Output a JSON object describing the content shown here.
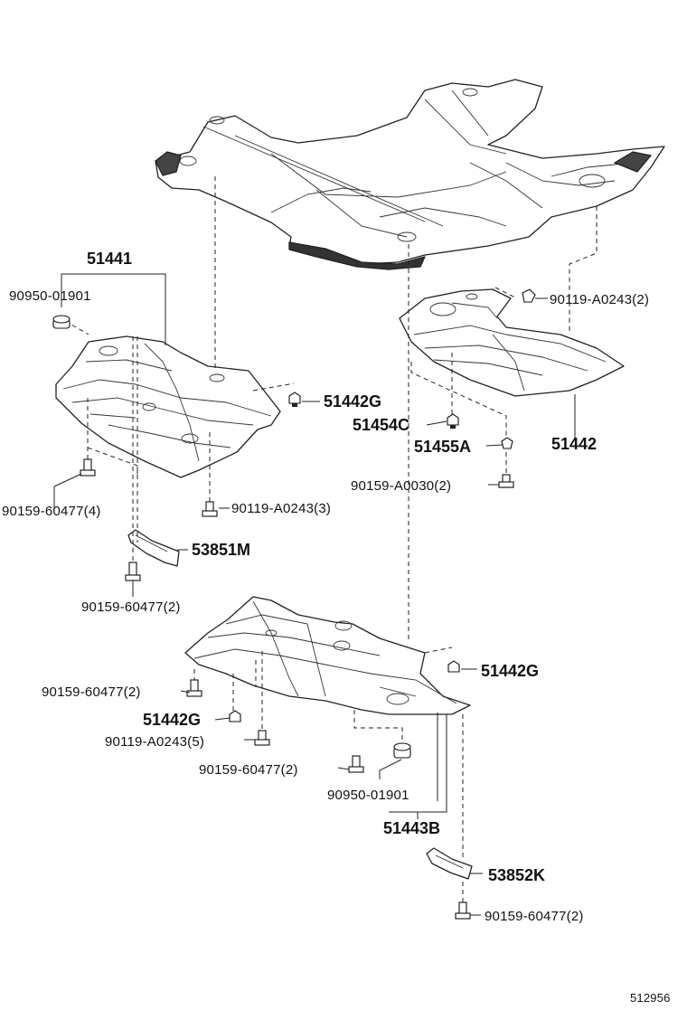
{
  "diagram_id": "512956",
  "labels": {
    "l51441": "51441",
    "l90950_top": "90950-01901",
    "l51442G_a": "51442G",
    "l90119_top": "90119-A0243(2)",
    "l51454C": "51454C",
    "l51455A": "51455A",
    "l51442": "51442",
    "l90159_A0030": "90159-A0030(2)",
    "l90159_4": "90159-60477(4)",
    "l90119_3": "90119-A0243(3)",
    "l53851M": "53851M",
    "l90159_2a": "90159-60477(2)",
    "l51442G_b": "51442G",
    "l90159_2b": "90159-60477(2)",
    "l51442G_c": "51442G",
    "l90119_5": "90119-A0243(5)",
    "l90159_2c": "90159-60477(2)",
    "l90950_bot": "90950-01901",
    "l51443B": "51443B",
    "l53852K": "53852K",
    "l90159_2d": "90159-60477(2)"
  }
}
